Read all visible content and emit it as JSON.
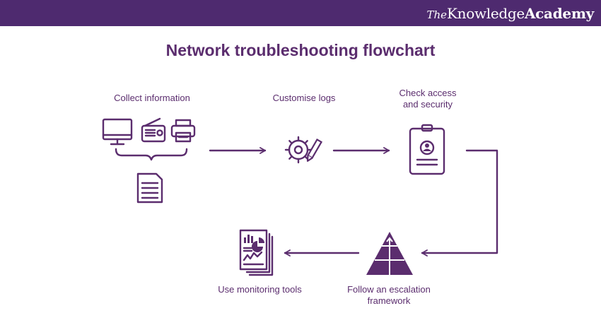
{
  "header": {
    "brand": {
      "prefix": "The",
      "mid": "Knowledge",
      "suffix": "Academy"
    }
  },
  "title": "Network troubleshooting flowchart",
  "steps": [
    {
      "id": "collect",
      "label": "Collect information",
      "icons": [
        "monitor-icon",
        "radio-icon",
        "printer-icon",
        "brace-icon",
        "document-icon"
      ]
    },
    {
      "id": "logs",
      "label": "Customise logs",
      "icons": [
        "gear-pencil-icon"
      ]
    },
    {
      "id": "check",
      "label_lines": [
        "Check access",
        "and security"
      ],
      "icons": [
        "id-badge-icon"
      ]
    },
    {
      "id": "escalate",
      "label_lines": [
        "Follow an escalation",
        "framework"
      ],
      "icons": [
        "pyramid-icon"
      ]
    },
    {
      "id": "monitor",
      "label": "Use monitoring tools",
      "icons": [
        "report-icon"
      ]
    }
  ],
  "colors": {
    "brand": "#4e2a6f",
    "ink": "#5b2d6e",
    "background": "#ffffff"
  }
}
